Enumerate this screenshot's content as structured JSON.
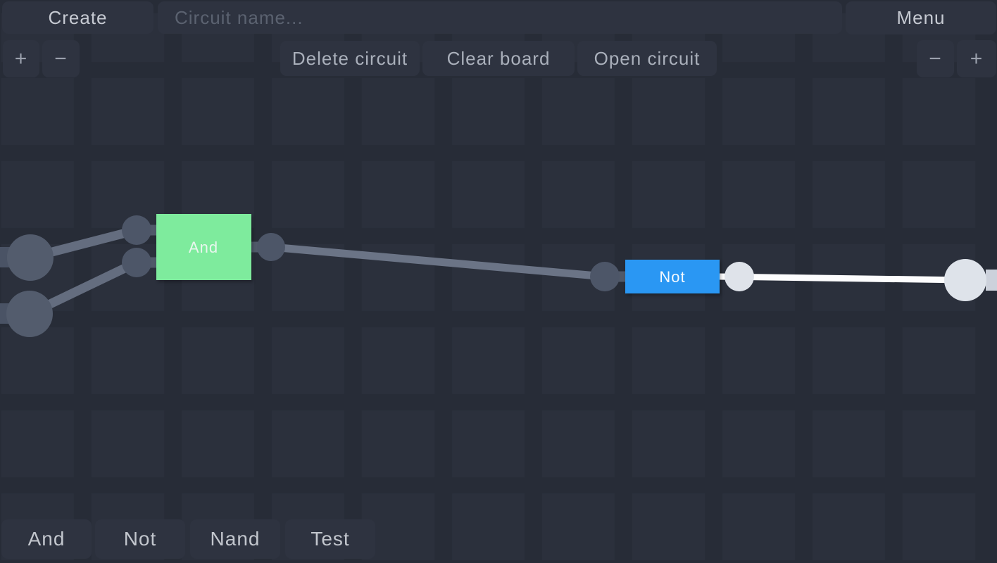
{
  "header": {
    "create_label": "Create",
    "circuit_name_placeholder": "Circuit name...",
    "menu_label": "Menu",
    "zoom_in_label": "+",
    "zoom_out_label": "−",
    "delete_circuit_label": "Delete circuit",
    "clear_board_label": "Clear board",
    "open_circuit_label": "Open circuit"
  },
  "palette": {
    "items": [
      {
        "label": "And"
      },
      {
        "label": "Not"
      },
      {
        "label": "Nand"
      },
      {
        "label": "Test"
      }
    ]
  },
  "canvas": {
    "gates": [
      {
        "label": "And",
        "color": "#7eeb9d",
        "text_color": "#e9f6ee"
      },
      {
        "label": "Not",
        "color": "#2a97f3",
        "text_color": "#f4f9fe"
      }
    ],
    "wires": {
      "inactive_color": "#6b7486",
      "active_color": "#fdfdfe"
    },
    "nodes": {
      "input_switch_color": "#535c6d",
      "pin_color": "#4d5668",
      "active_pin_color": "#dfe3ea",
      "lamp_color": "#dee3ea"
    }
  }
}
